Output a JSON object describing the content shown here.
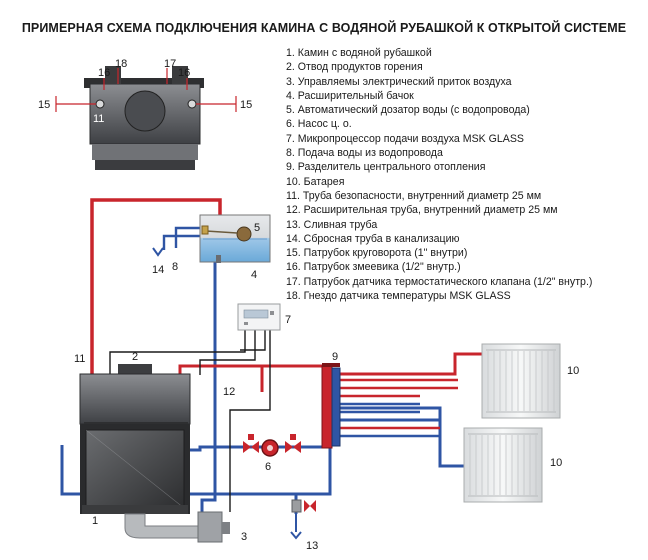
{
  "title": "ПРИМЕРНАЯ СХЕМА ПОДКЛЮЧЕНИЯ КАМИНА С ВОДЯНОЙ РУБАШКОЙ К ОТКРЫТОЙ СИСТЕМЕ",
  "legend": [
    "1. Камин с водяной рубашкой",
    "2. Отвод продуктов горения",
    "3. Управляемы электрический приток воздуха",
    "4. Расширительный бачок",
    "5. Автоматический дозатор воды (с водопровода)",
    "6. Насос ц. о.",
    "7. Микропроцессор подачи воздуха MSK GLASS",
    "8. Подача воды из водопровода",
    "9. Разделитель центрального отопления",
    "10. Батарея",
    "11. Труба безопасности, внутренний диаметр 25 мм",
    "12. Расширительная труба, внутренний диаметр 25 мм",
    "13. Сливная труба",
    "14. Сбросная труба в канализацию",
    "15. Патрубок круговорота (1\" внутри)",
    "16. Патрубок змеевика (1/2\" внутр.)",
    "17. Патрубок датчика термостатического клапана (1/2\" внутр.)",
    "18. Гнездо датчика температуры MSK GLASS"
  ],
  "top_view_labels": {
    "n15_left": "15",
    "n16_left": "16",
    "n18": "18",
    "n17": "17",
    "n16_right": "16",
    "n15_right": "15",
    "n11": "11"
  },
  "scheme_labels": {
    "n1": "1",
    "n2": "2",
    "n3": "3",
    "n4": "4",
    "n5": "5",
    "n6": "6",
    "n7": "7",
    "n8": "8",
    "n9": "9",
    "n10_top": "10",
    "n10_bottom": "10",
    "n11": "11",
    "n12": "12",
    "n13": "13",
    "n14": "14"
  },
  "colors": {
    "supply_pipe": "#c8252c",
    "return_pipe": "#2f55a4",
    "water_pipe": "#4a90d9",
    "control_line": "#1a1a1a",
    "fireplace_body": "#5a5c60",
    "radiator": "#eceeef"
  }
}
